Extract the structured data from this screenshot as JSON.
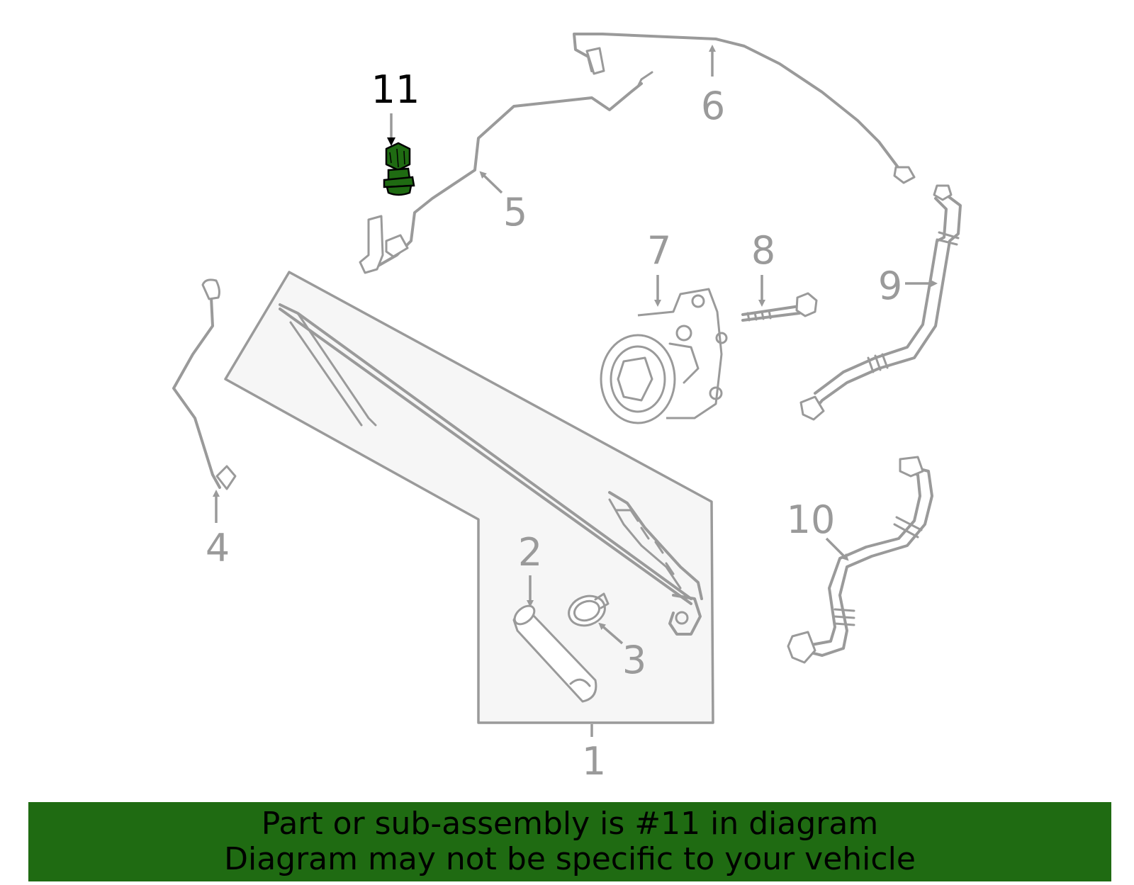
{
  "diagram": {
    "callouts": {
      "c1": "1",
      "c2": "2",
      "c3": "3",
      "c4": "4",
      "c5": "5",
      "c6": "6",
      "c7": "7",
      "c8": "8",
      "c9": "9",
      "c10": "10",
      "c11": "11"
    },
    "highlighted_part": "11",
    "colors": {
      "highlight": "#1f6b12",
      "line_art": "#9a9a9a",
      "banner": "#1f6b12"
    }
  },
  "banner": {
    "line1": "Part or sub-assembly is #11 in diagram",
    "line2": "Diagram may not be specific to your vehicle"
  }
}
